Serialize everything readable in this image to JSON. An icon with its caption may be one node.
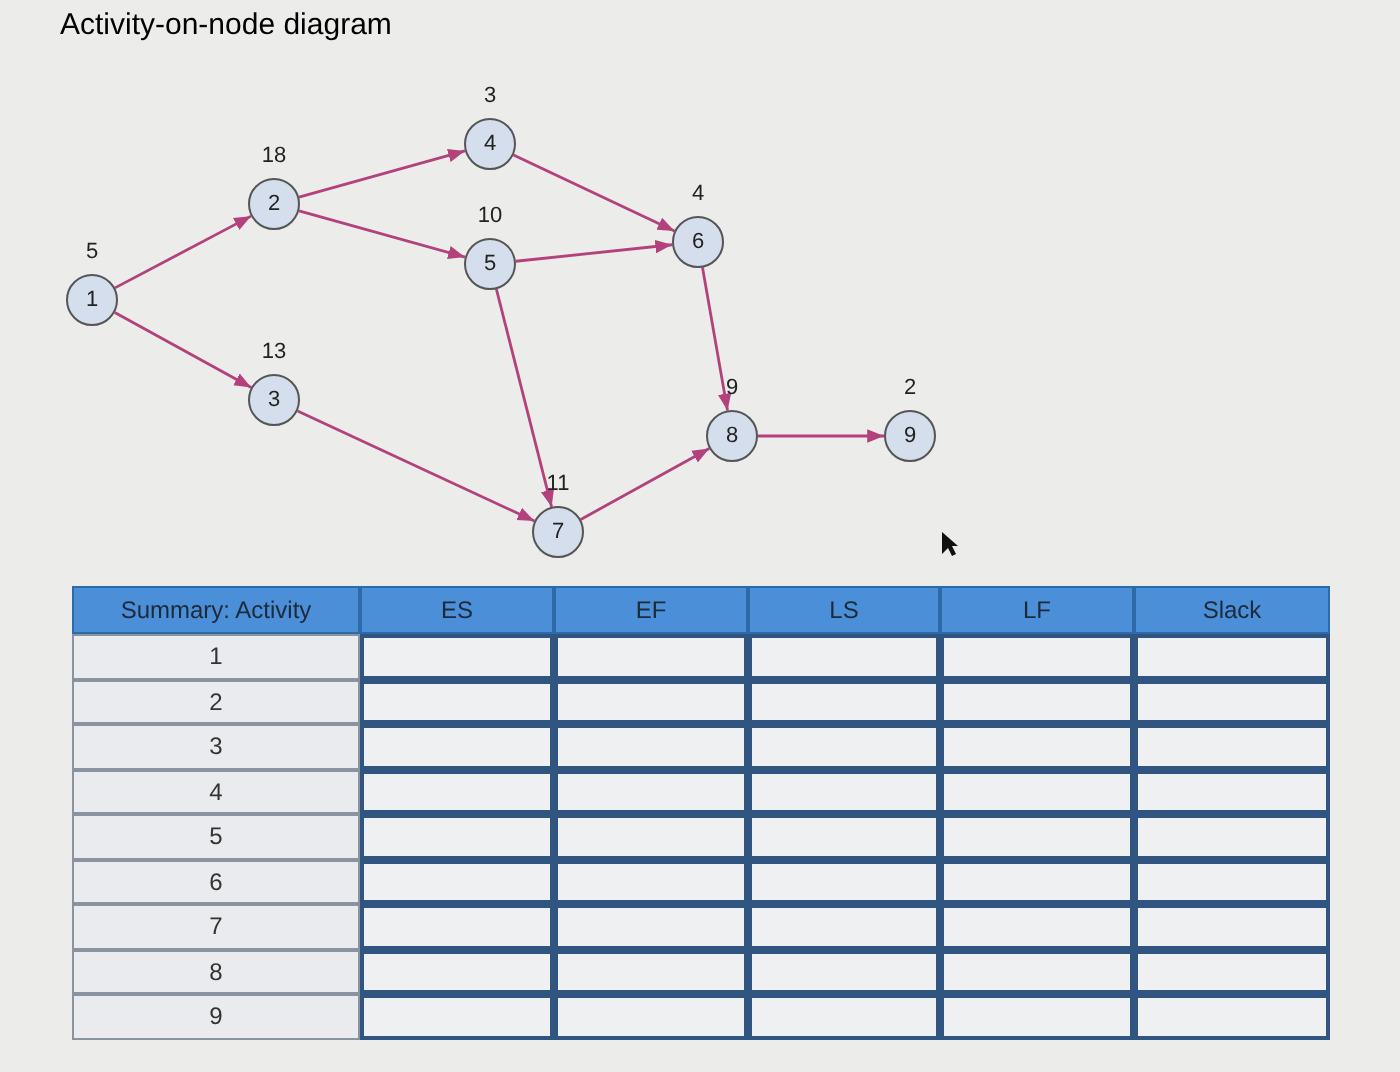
{
  "diagram": {
    "title": "Activity-on-node diagram",
    "nodes": [
      {
        "text": [
          "1"
        ],
        "beside": [
          "5"
        ]
      },
      {
        "text": [
          "2"
        ],
        "beside": [
          "18"
        ]
      },
      {
        "text": [
          "3"
        ],
        "beside": [
          "13"
        ]
      },
      {
        "text": [
          "4"
        ],
        "beside": [
          "3"
        ]
      },
      {
        "text": [
          "5"
        ],
        "beside": [
          "10"
        ]
      },
      {
        "text": [
          "6"
        ],
        "beside": [
          "4"
        ]
      },
      {
        "text": [
          "7"
        ],
        "beside": [
          "11"
        ]
      },
      {
        "text": [
          "8"
        ],
        "beside": [
          "9"
        ]
      },
      {
        "text": [
          "9"
        ],
        "beside": [
          "2"
        ]
      }
    ],
    "edges": [
      {
        "from": 0,
        "to": 1,
        "arrow": "to"
      },
      {
        "from": 0,
        "to": 2,
        "arrow": "to"
      },
      {
        "from": 1,
        "to": 3,
        "arrow": "to"
      },
      {
        "from": 1,
        "to": 4,
        "arrow": "to"
      },
      {
        "from": 3,
        "to": 5,
        "arrow": "to"
      },
      {
        "from": 4,
        "to": 5,
        "arrow": "to"
      },
      {
        "from": 4,
        "to": 6,
        "arrow": "to"
      },
      {
        "from": 2,
        "to": 6,
        "arrow": "to"
      },
      {
        "from": 5,
        "to": 7,
        "arrow": "to"
      },
      {
        "from": 6,
        "to": 7,
        "arrow": "to"
      },
      {
        "from": 7,
        "to": 8,
        "arrow": "to"
      }
    ],
    "labels": [
      "Summary: Activity",
      "ES",
      "EF",
      "LS",
      "LF",
      "Slack",
      "1",
      "2",
      "3",
      "4",
      "5",
      "6",
      "7",
      "8",
      "9"
    ]
  }
}
